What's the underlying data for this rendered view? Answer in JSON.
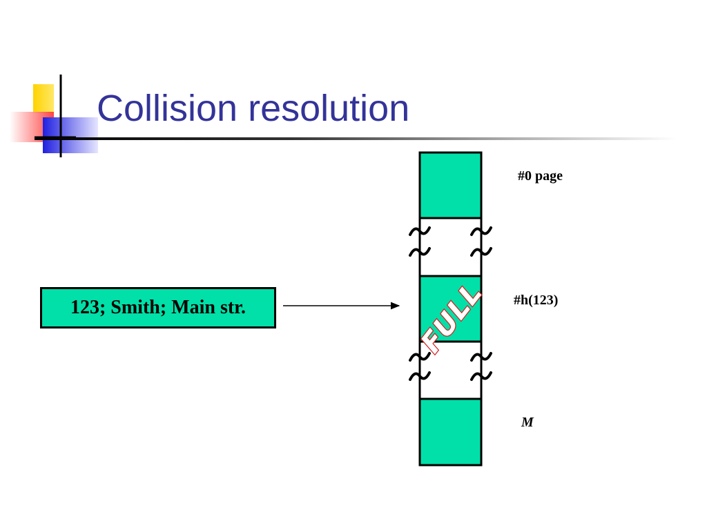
{
  "slide": {
    "title": "Collision resolution"
  },
  "diagram": {
    "record_text": "123; Smith; Main str.",
    "page_labels": {
      "first": "#0 page",
      "hashed": "#h(123)",
      "last": "M"
    },
    "full_stamp": "FULL",
    "colors": {
      "page_fill": "#00e0a8",
      "stamp": "#d42020",
      "title": "#333399"
    }
  }
}
